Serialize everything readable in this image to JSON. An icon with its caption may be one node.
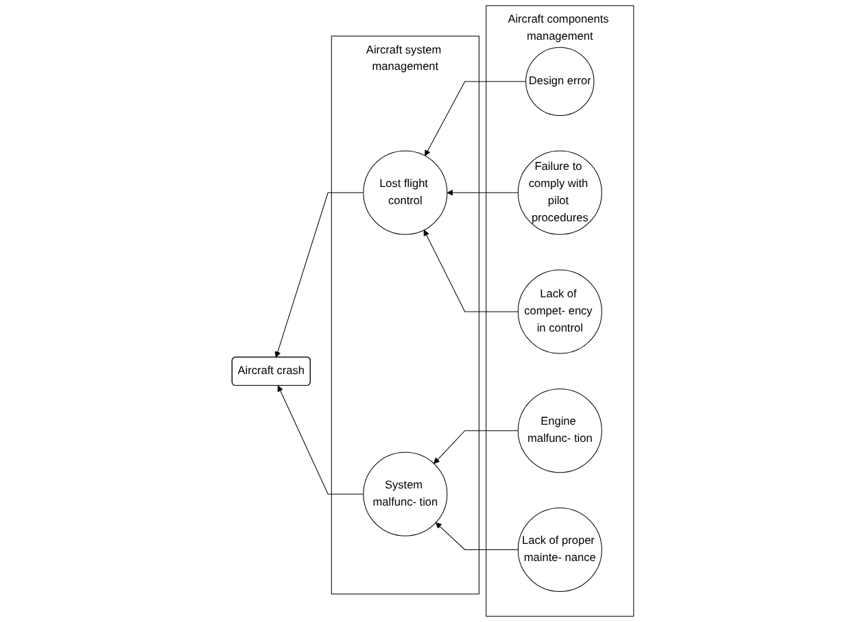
{
  "diagram": {
    "nodes": [
      {
        "text": [
          "Aircraft crash"
        ]
      },
      {
        "text": [
          "Aircraft system management"
        ]
      },
      {
        "text": [
          "Lost flight control"
        ],
        "in": 1
      },
      {
        "text": [
          "System malfunc- tion"
        ],
        "in": 1
      },
      {
        "text": [
          "Aircraft components management"
        ]
      },
      {
        "text": [
          "Design error"
        ],
        "in": 4
      },
      {
        "text": [
          "Failure to comply with pilot procedures"
        ],
        "in": 4
      },
      {
        "text": [
          "Lack of compet- ency in control"
        ],
        "in": 4
      },
      {
        "text": [
          "Engine malfunc- tion"
        ],
        "in": 4
      },
      {
        "text": [
          "Lack of proper mainte- nance"
        ],
        "in": 4
      }
    ],
    "edges": [
      {
        "from": 2,
        "to": 0,
        "arrow": "to"
      },
      {
        "from": 3,
        "to": 0,
        "arrow": "to"
      },
      {
        "from": 5,
        "to": 2,
        "arrow": "to"
      },
      {
        "from": 6,
        "to": 2,
        "arrow": "to"
      },
      {
        "from": 7,
        "to": 2,
        "arrow": "to"
      },
      {
        "from": 8,
        "to": 3,
        "arrow": "to"
      },
      {
        "from": 9,
        "to": 3,
        "arrow": "to"
      }
    ]
  }
}
